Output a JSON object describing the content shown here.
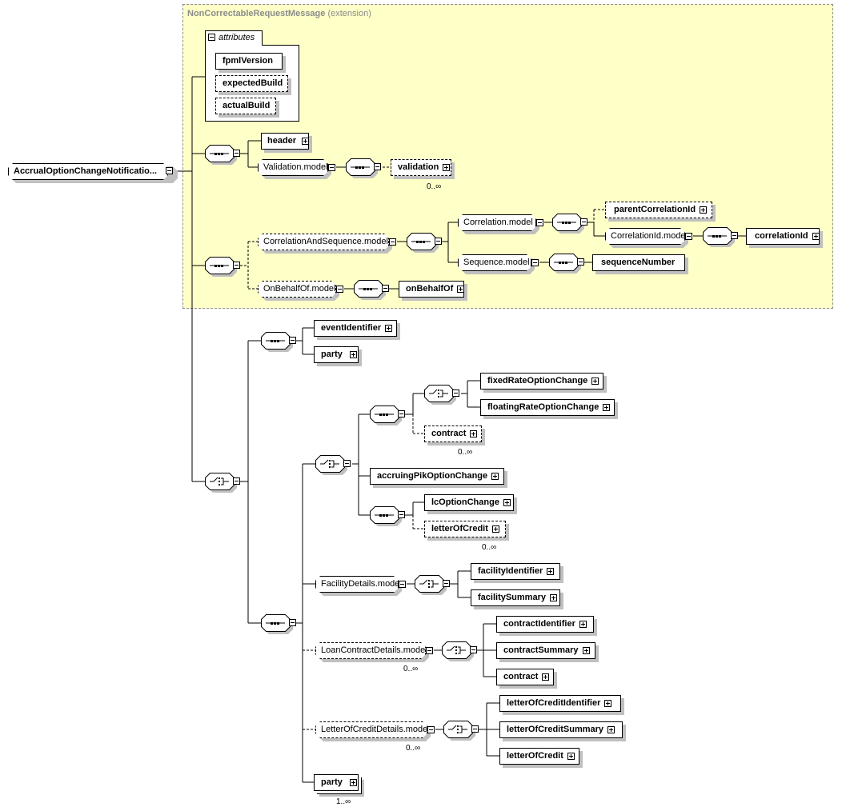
{
  "diagram": {
    "root": {
      "label": "AccrualOptionChangeNotificatio..."
    },
    "extension": {
      "base_type": "NonCorrectableRequestMessage",
      "suffix": "(extension)",
      "attributes": {
        "title": "attributes",
        "items": [
          "fpmlVersion",
          "expectedBuild",
          "actualBuild"
        ]
      }
    },
    "header_sequence": {
      "header": "header",
      "validation_model": "Validation.model",
      "validation": "validation",
      "validation_multiplicity": "0..∞"
    },
    "correlation_sequence": {
      "correlation_and_sequence_model": "CorrelationAndSequence.model",
      "correlation_model": "Correlation.model",
      "parent_correlation_id": "parentCorrelationId",
      "correlation_id_model": "CorrelationId.model",
      "correlation_id": "correlationId",
      "sequence_model": "Sequence.model",
      "sequence_number": "sequenceNumber",
      "on_behalf_of_model": "OnBehalfOf.model",
      "on_behalf_of": "onBehalfOf"
    },
    "choice_branch_1": {
      "event_identifier": "eventIdentifier",
      "party": "party"
    },
    "choice_branch_2": {
      "fixed_rate_option_change": "fixedRateOptionChange",
      "floating_rate_option_change": "floatingRateOptionChange",
      "contract": "contract",
      "contract_multiplicity": "0..∞",
      "accruing_pik_option_change": "accruingPikOptionChange",
      "lc_option_change": "lcOptionChange",
      "letter_of_credit": "letterOfCredit",
      "letter_of_credit_multiplicity": "0..∞",
      "facility_details_model": "FacilityDetails.model",
      "facility_identifier": "facilityIdentifier",
      "facility_summary": "facilitySummary",
      "loan_contract_details_model": "LoanContractDetails.model",
      "loan_contract_multiplicity": "0..∞",
      "contract_identifier": "contractIdentifier",
      "contract_summary": "contractSummary",
      "contract2": "contract",
      "letter_of_credit_details_model": "LetterOfCreditDetails.model",
      "letter_of_credit_details_multiplicity": "0..∞",
      "letter_of_credit_identifier": "letterOfCreditIdentifier",
      "letter_of_credit_summary": "letterOfCreditSummary",
      "letter_of_credit2": "letterOfCredit",
      "party": "party",
      "party_multiplicity": "1..∞"
    }
  }
}
